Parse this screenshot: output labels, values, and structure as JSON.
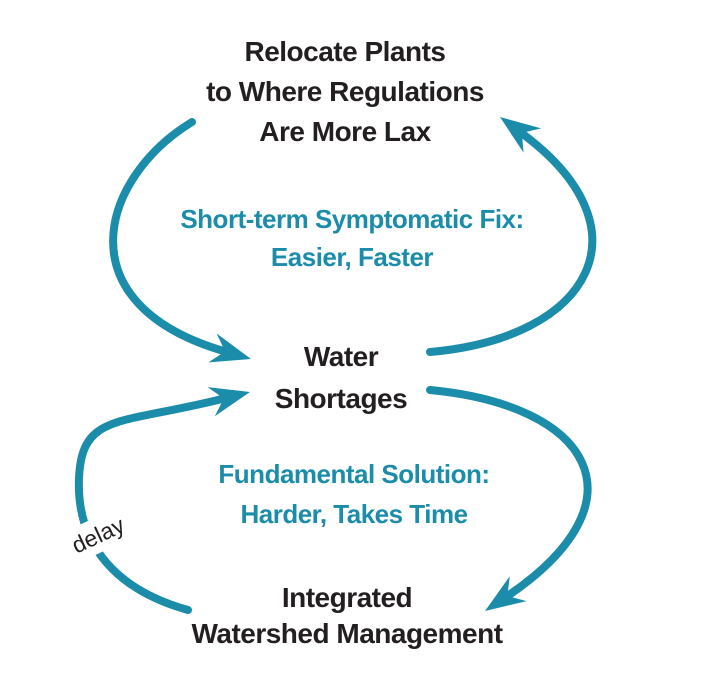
{
  "diagram": {
    "type": "causal-loop",
    "colors": {
      "accent": "#1b8ca9",
      "text": "#231f20",
      "background": "#ffffff"
    },
    "nodes": {
      "top": {
        "lines": [
          "Relocate Plants",
          "to Where Regulations",
          "Are More Lax"
        ]
      },
      "middle": {
        "lines": [
          "Water",
          "Shortages"
        ]
      },
      "bottom": {
        "lines": [
          "Integrated",
          "Watershed Management"
        ]
      }
    },
    "loops": {
      "top": {
        "label_lines": [
          "Short-term Symptomatic Fix:",
          "Easier, Faster"
        ],
        "from": "Water Shortages",
        "via": "Relocate Plants to Where Regulations Are More Lax"
      },
      "bottom": {
        "label_lines": [
          "Fundamental Solution:",
          "Harder, Takes Time"
        ],
        "from": "Water Shortages",
        "via": "Integrated Watershed Management"
      }
    },
    "delay_label": "delay"
  }
}
